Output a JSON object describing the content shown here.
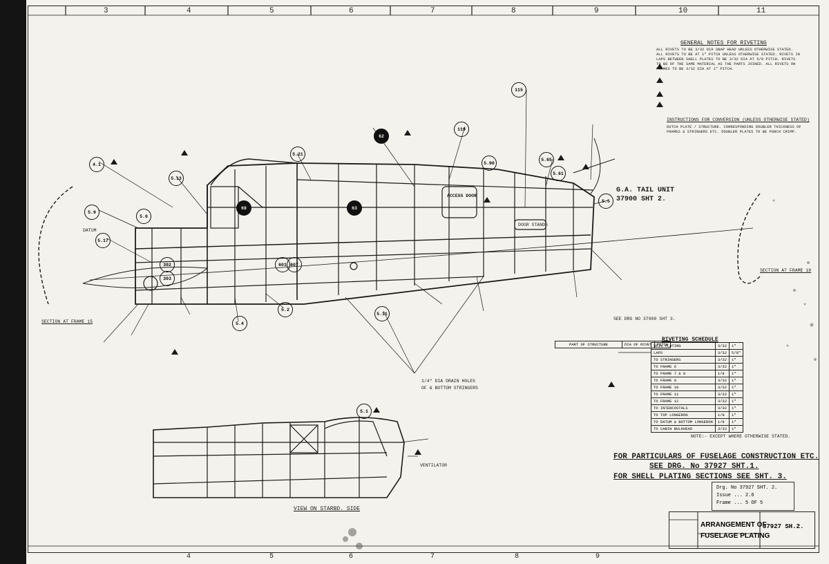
{
  "zones_top": [
    "3",
    "4",
    "5",
    "6",
    "7",
    "8",
    "9",
    "10",
    "11"
  ],
  "zones_bottom": [
    "4",
    "5",
    "6",
    "7",
    "8",
    "9"
  ],
  "notes_heading": "GENERAL NOTES FOR RIVETING",
  "notes_text": "ALL RIVETS TO BE 3/32 DIA SNAP HEAD UNLESS OTHERWISE STATED. ALL RIVETS TO BE AT 1\" PITCH UNLESS OTHERWISE STATED. RIVETS IN LAPS BETWEEN SHELL PLATES TO BE 3/32 DIA AT 5/8 PITCH. RIVETS TO BE OF THE SAME MATERIAL AS THE PARTS JOINED. ALL RIVETS ON FRAMES TO BE 3/32 DIA AT 1\" PITCH.",
  "conversion_heading": "INSTRUCTIONS FOR CONVERSION (UNLESS OTHERWISE STATED)",
  "conversion_text": "DUTCH PLATE / STRUCTURE. CORRESPONDING DOUBLER THICKNESS OF FRAMES & STRINGERS ETC. DOUBLER PLATES TO BE PUNCH CRIMP.",
  "tail_unit_label": "G.A. TAIL UNIT",
  "tail_unit_ref": "37900 SHT 2.",
  "labels": {
    "access_door": "ACCESS DOOR",
    "door_stand": "DOOR STANDS",
    "datum": "DATUM",
    "section_frame_15": "SECTION AT FRAME 15",
    "section_frame_18": "SECTION AT FRAME 18",
    "view_stbd": "VIEW ON STARBD. SIDE",
    "ventilator": "VENTILATOR",
    "drain_holes": "1/4\" DIA DRAIN HOLES",
    "bottom_stringers": "OF & BOTTOM STRINGERS",
    "shell_details": "SEE DRG NO 37900 SHT 3."
  },
  "balloons": [
    "4.1",
    "5.9",
    "5.6",
    "5.17",
    "5.13",
    "5.21",
    "5.4",
    "5.2",
    "5.11",
    "5.1",
    "62",
    "63",
    "69",
    "115",
    "119",
    "302",
    "303",
    "601",
    "607",
    "5.90",
    "5.65",
    "5.61",
    "5.5"
  ],
  "rivet_schedule": {
    "title": "RIVETING SCHEDULE",
    "headers": [
      "PART OF STRUCTURE",
      "DIA OF RIVET",
      "PITCH"
    ],
    "rows": [
      [
        "SKIN PLATING",
        "3/32",
        "1\""
      ],
      [
        "LAPS",
        "3/32",
        "5/8\""
      ],
      [
        "TO STRINGERS",
        "3/32",
        "1\""
      ],
      [
        "TO FRAME 6",
        "3/32",
        "1\""
      ],
      [
        "TO FRAME 7 & 8",
        "1/8",
        "1\""
      ],
      [
        "TO FRAME 9",
        "3/32",
        "1\""
      ],
      [
        "TO FRAME 10",
        "3/32",
        "1\""
      ],
      [
        "TO FRAME 11",
        "3/32",
        "1\""
      ],
      [
        "TO FRAME 12",
        "3/32",
        "1\""
      ],
      [
        "TO INTERCOSTALS",
        "3/32",
        "1\""
      ],
      [
        "TO TOP LONGERON",
        "1/8",
        "1\""
      ],
      [
        "TO DATUM & BOTTOM LONGERON",
        "1/8",
        "1\""
      ],
      [
        "TO CABIN BULKHEAD",
        "3/32",
        "1\""
      ]
    ],
    "note": "NOTE:- EXCEPT WHERE OTHERWISE STATED."
  },
  "particulars_1": "FOR PARTICULARS OF FUSELAGE CONSTRUCTION ETC.",
  "particulars_2": "SEE DRG. No 37927 SHT.1.",
  "particulars_3": "FOR SHELL PLATING SECTIONS SEE SHT. 3.",
  "stamp": {
    "line1": "Drg. No 37927 SHT. 2.",
    "line2": "Issue ... 2.6",
    "line3": "Frame ... 5 OF 5"
  },
  "title_block": {
    "title_line1": "ARRANGEMENT OF",
    "title_line2": "FUSELAGE PLATING",
    "number": "37927 SH.2."
  },
  "colors": {
    "paper": "#f4f2ec",
    "ink": "#1a1a1a",
    "binding": "#141414"
  }
}
